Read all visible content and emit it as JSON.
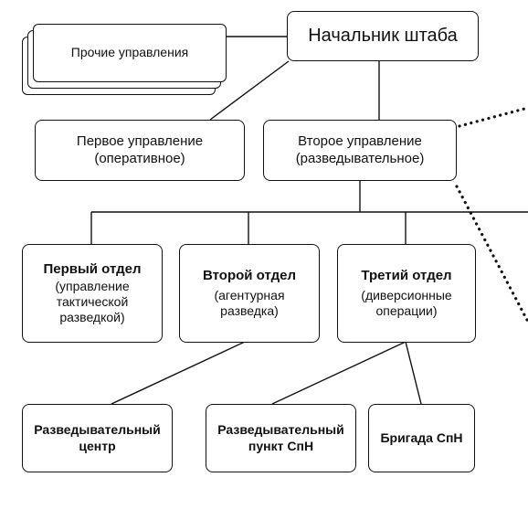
{
  "chief": {
    "label": "Начальник штаба"
  },
  "other_directorates": {
    "label": "Прочие управления"
  },
  "first_directorate": {
    "line1": "Первое управление",
    "line2": "(оперативное)"
  },
  "second_directorate": {
    "line1": "Второе управление",
    "line2": "(разведывательное)"
  },
  "departments": [
    {
      "title": "Первый отдел",
      "desc": "(управление тактической разведкой)"
    },
    {
      "title": "Второй отдел",
      "desc": "(агентурная разведка)"
    },
    {
      "title": "Третий отдел",
      "desc": "(диверсионные операции)"
    }
  ],
  "units": [
    {
      "label": "Разведывательный центр"
    },
    {
      "label": "Разведывательный пункт СпН"
    },
    {
      "label": "Бригада СпН"
    }
  ]
}
